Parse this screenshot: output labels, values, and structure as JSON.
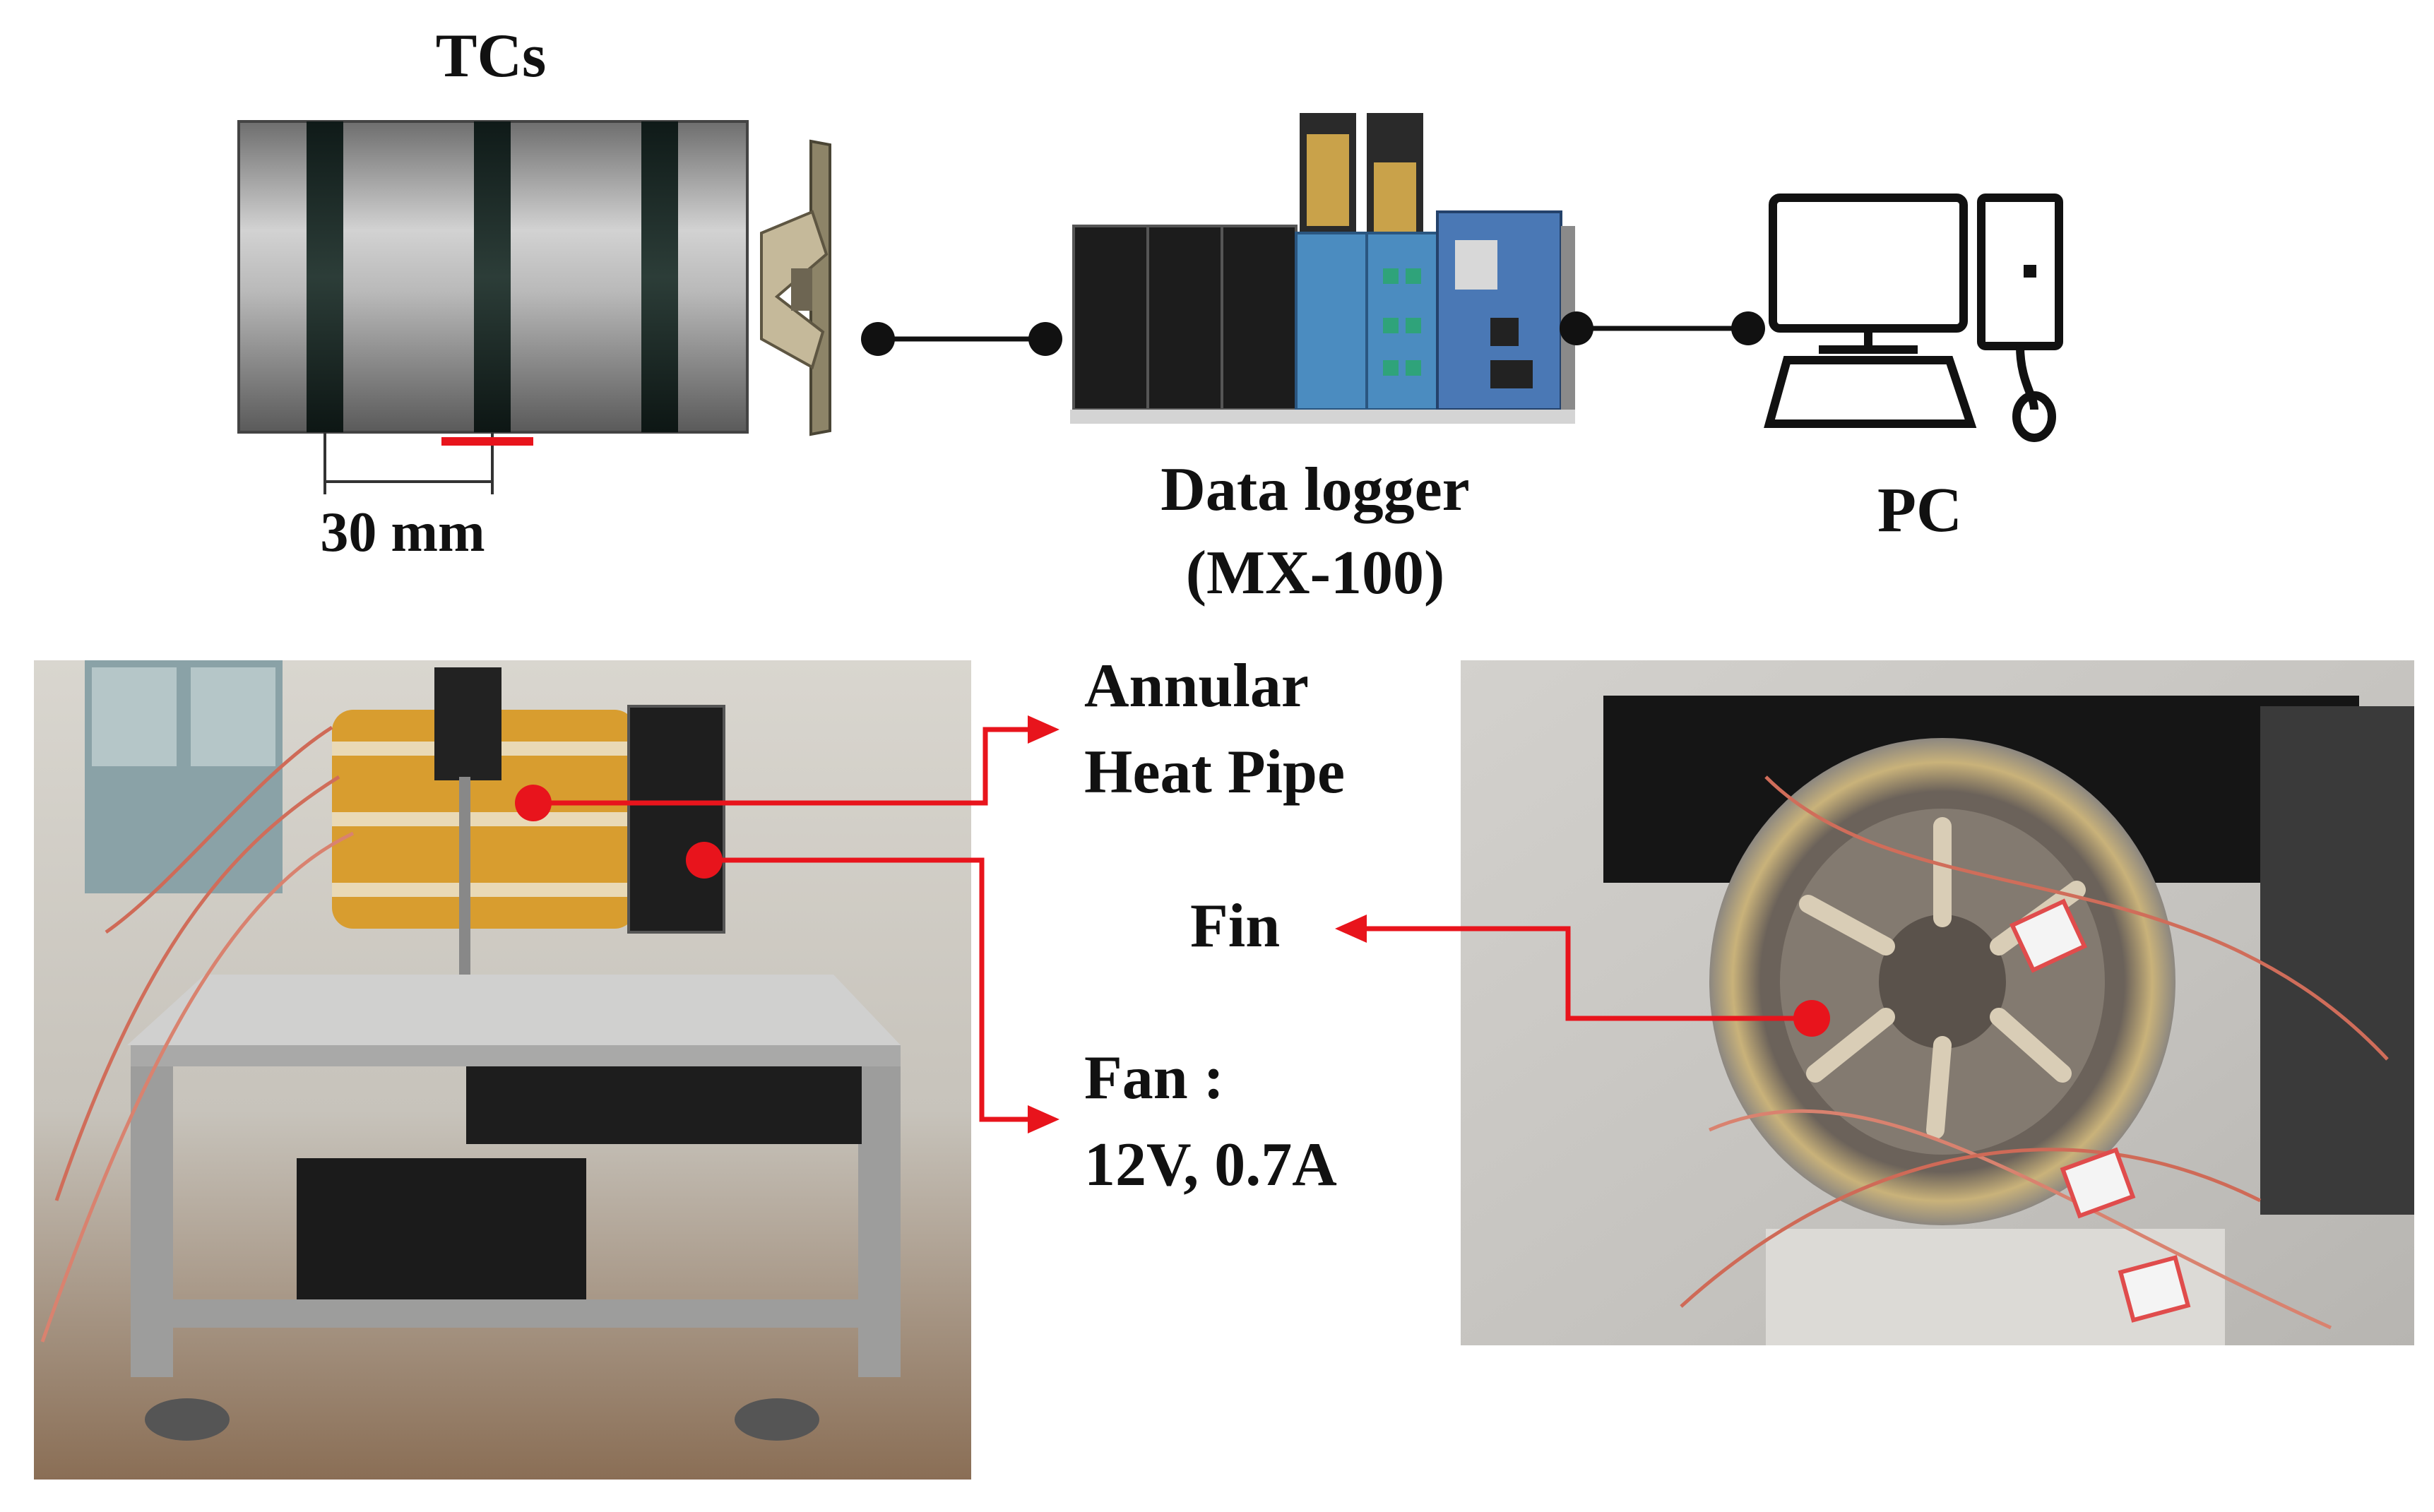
{
  "labels": {
    "tcs": "TCs",
    "spacing": "30 mm",
    "logger_line1": "Data logger",
    "logger_line2": "(MX-100)",
    "pc": "PC",
    "annular_line1": "Annular",
    "annular_line2": "Heat Pipe",
    "fin": "Fin",
    "fan_line1": "Fan :",
    "fan_line2": "12V, 0.7A"
  },
  "colors": {
    "annotation_red": "#e8141c",
    "connector_black": "#111111",
    "pipe_body": "#a9a9a9",
    "tc_band": "#1b2a26",
    "logger_blue": "#4a78b5"
  },
  "icons": {
    "pc": "desktop-computer-icon",
    "fan": "fan-icon"
  }
}
